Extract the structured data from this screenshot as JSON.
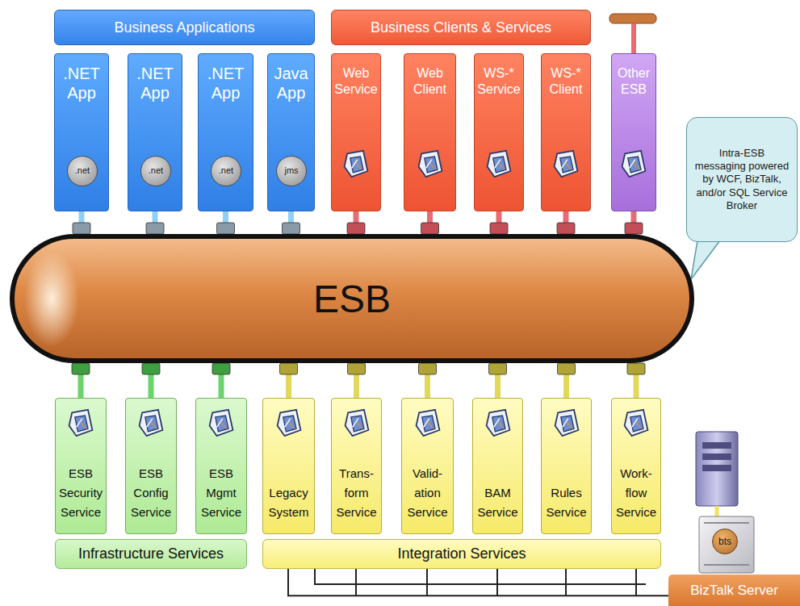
{
  "diagram": {
    "nodes": [
      {
        "text": [
          "Business Applications"
        ]
      },
      {
        "text": [
          "Business Clients & Services"
        ]
      },
      {
        "text": [
          ".NET App"
        ]
      },
      {
        "text": [
          ".net"
        ],
        "in": 2
      },
      {
        "text": [
          ".NET App"
        ]
      },
      {
        "text": [
          ".net"
        ],
        "in": 4
      },
      {
        "text": [
          ".NET App"
        ]
      },
      {
        "text": [
          ".net"
        ],
        "in": 6
      },
      {
        "text": [
          "Java App"
        ]
      },
      {
        "text": [
          "jms"
        ],
        "in": 8
      },
      {
        "text": [
          "Web Service"
        ]
      },
      {
        "text": [
          "Web Client"
        ]
      },
      {
        "text": [
          "WS-* Service"
        ]
      },
      {
        "text": [
          "WS-* Client"
        ]
      },
      {
        "text": [
          "Other ESB"
        ]
      },
      {
        "text": [
          "Intra-ESB messaging powered by WCF, BizTalk, and/or SQL Service Broker"
        ]
      },
      {
        "text": [
          "ESB"
        ]
      },
      {
        "text": [
          "ESB Security Service"
        ]
      },
      {
        "text": [
          "ESB Config Service"
        ]
      },
      {
        "text": [
          "ESB Mgmt Service"
        ]
      },
      {
        "text": [
          "Legacy System"
        ]
      },
      {
        "text": [
          "Trans- form Service"
        ]
      },
      {
        "text": [
          "Valid- ation Service"
        ]
      },
      {
        "text": [
          "BAM Service"
        ]
      },
      {
        "text": [
          "Rules Service"
        ]
      },
      {
        "text": [
          "Work- flow Service"
        ]
      },
      {
        "text": [
          "Infrastructure Services"
        ]
      },
      {
        "text": [
          "Integration Services"
        ]
      },
      {
        "text": [
          "bts"
        ]
      },
      {
        "text": [
          "BizTalk Server"
        ]
      }
    ],
    "edges": [
      {
        "from": 2,
        "to": 16,
        "arrow": "none"
      },
      {
        "from": 4,
        "to": 16,
        "arrow": "none"
      },
      {
        "from": 6,
        "to": 16,
        "arrow": "none"
      },
      {
        "from": 8,
        "to": 16,
        "arrow": "none"
      },
      {
        "from": 10,
        "to": 16,
        "arrow": "none"
      },
      {
        "from": 11,
        "to": 16,
        "arrow": "none"
      },
      {
        "from": 12,
        "to": 16,
        "arrow": "none"
      },
      {
        "from": 13,
        "to": 16,
        "arrow": "none"
      },
      {
        "from": 14,
        "to": 16,
        "arrow": "none"
      },
      {
        "from": 16,
        "to": 17,
        "arrow": "none"
      },
      {
        "from": 16,
        "to": 18,
        "arrow": "none"
      },
      {
        "from": 16,
        "to": 19,
        "arrow": "none"
      },
      {
        "from": 16,
        "to": 20,
        "arrow": "none"
      },
      {
        "from": 16,
        "to": 21,
        "arrow": "none"
      },
      {
        "from": 16,
        "to": 22,
        "arrow": "none"
      },
      {
        "from": 16,
        "to": 23,
        "arrow": "none"
      },
      {
        "from": 16,
        "to": 24,
        "arrow": "none"
      },
      {
        "from": 16,
        "to": 25,
        "arrow": "none"
      },
      {
        "from": 27,
        "to": 29,
        "arrow": "none"
      }
    ]
  }
}
